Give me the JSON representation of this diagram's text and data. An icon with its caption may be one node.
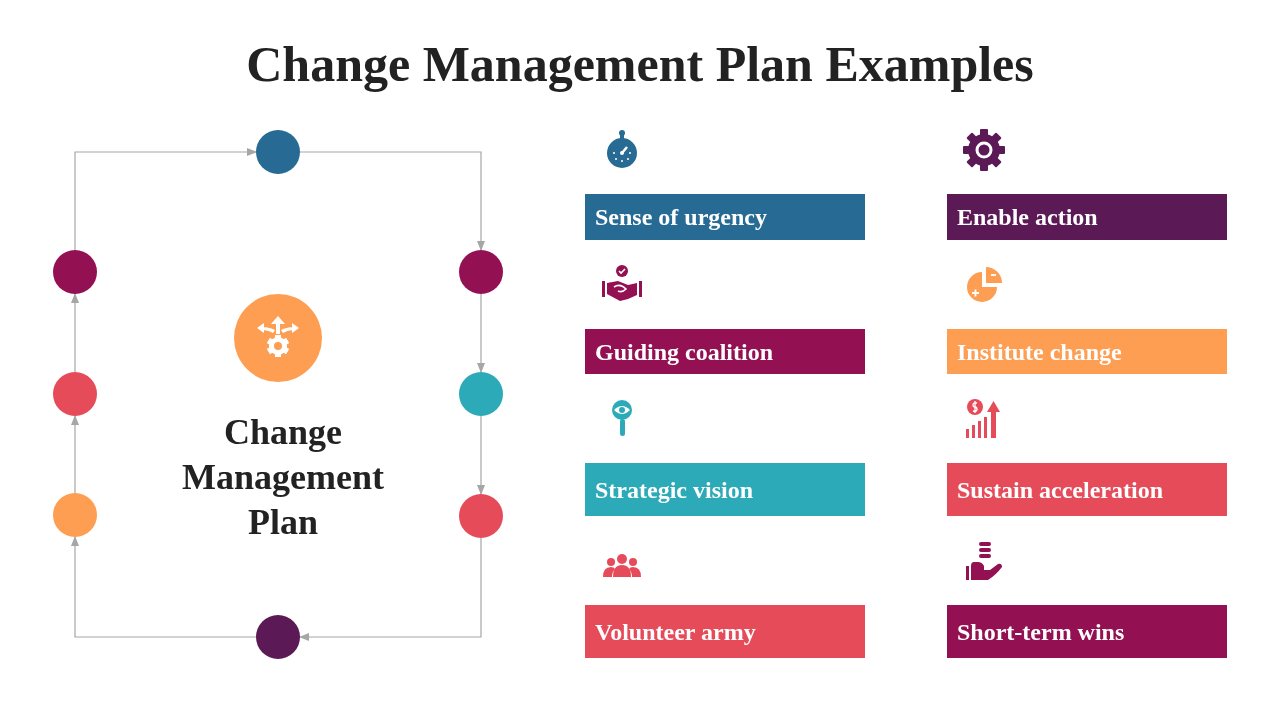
{
  "diagram": {
    "title": "Change Management Plan Examples",
    "nodes": [
      {
        "text": [],
        "shape": "circle"
      },
      {
        "text": [],
        "shape": "circle"
      },
      {
        "text": [],
        "shape": "circle"
      },
      {
        "text": [],
        "shape": "circle"
      },
      {
        "text": [],
        "shape": "circle"
      },
      {
        "text": [],
        "shape": "circle"
      },
      {
        "text": [],
        "shape": "circle"
      },
      {
        "text": [],
        "shape": "circle"
      },
      {
        "text": [],
        "shape": "circle"
      },
      {
        "text": [
          "Sense of urgency"
        ]
      },
      {
        "text": [
          "Enable action"
        ]
      },
      {
        "text": [
          "Guiding coalition"
        ]
      },
      {
        "text": [
          "Institute change"
        ]
      },
      {
        "text": [
          "Strategic vision"
        ]
      },
      {
        "text": [
          "Sustain acceleration"
        ]
      },
      {
        "text": [
          "Volunteer army"
        ]
      },
      {
        "text": [
          "Short-term wins"
        ]
      }
    ],
    "edges": [
      {
        "from": 0,
        "to": 1,
        "arrow": "to"
      },
      {
        "from": 1,
        "to": 2,
        "arrow": "to"
      },
      {
        "from": 2,
        "to": 3,
        "arrow": "to"
      },
      {
        "from": 3,
        "to": 4,
        "arrow": "to"
      },
      {
        "from": 4,
        "to": 5,
        "arrow": "to"
      },
      {
        "from": 5,
        "to": 6,
        "arrow": "to"
      },
      {
        "from": 6,
        "to": 7,
        "arrow": "to"
      },
      {
        "from": 7,
        "to": 0,
        "arrow": "to"
      }
    ],
    "labels": [
      "Change Management Plan"
    ]
  }
}
